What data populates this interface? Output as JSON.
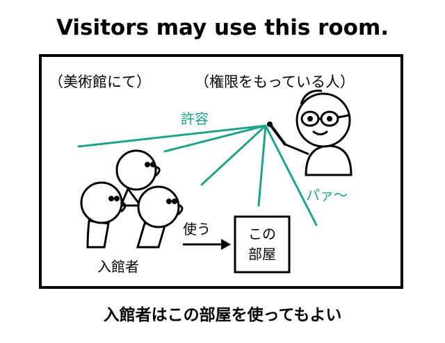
{
  "title": "Visitors may use this room.",
  "caption": "入館者はこの部屋を使ってもよい",
  "diagram": {
    "context_label": "（美術館にて）",
    "authority_label": "（権限をもっている人）",
    "permission_label": "許容",
    "power_label": "パァ〜",
    "visitors_label": "入館者",
    "use_label": "使う",
    "room_label_line1": "この",
    "room_label_line2": "部屋"
  },
  "colors": {
    "accent": "#1fa28c",
    "ink": "#000000",
    "background": "#ffffff"
  },
  "icons": [
    "person-with-glasses-icon",
    "pointer-stick-icon",
    "visitor-head-icon",
    "arrow-right-icon"
  ]
}
